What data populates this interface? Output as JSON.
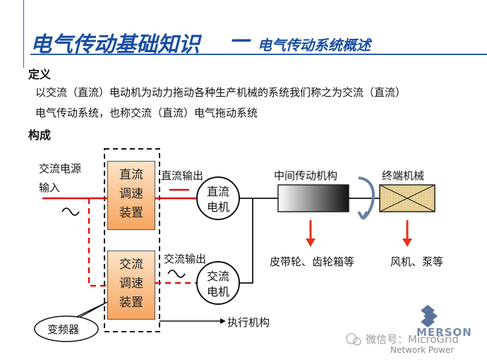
{
  "title": {
    "main": "电气传动基础知识",
    "dash": "—",
    "sub": "电气传动系统概述"
  },
  "definition": {
    "heading": "定义",
    "line1": "以交流（直流）电动机为动力拖动各种生产机械的系统我们称之为交流（直流）",
    "line2": "电气传动系统，也称交流（直流）电气拖动系统"
  },
  "composition": {
    "heading": "构成"
  },
  "diagram": {
    "ac_source_line1": "交流电源",
    "ac_source_line2": "输入",
    "dc_speed_unit": [
      "直流",
      "调速",
      "装置"
    ],
    "ac_speed_unit": [
      "交流",
      "调速",
      "装置"
    ],
    "dc_output": "直流输出",
    "ac_output": "交流输出",
    "dc_motor": [
      "直流",
      "电机"
    ],
    "ac_motor": [
      "交流",
      "电机"
    ],
    "intermediate_mechanism": "中间传动机构",
    "terminal_machine": "终端机械",
    "intermediate_examples": "皮带轮、齿轮箱等",
    "terminal_examples": "风机、泵等",
    "actuator": "执行机构",
    "inverter_callout": "变频器"
  },
  "watermark": {
    "wechat": "微信号：MicroGrid",
    "brand": "MERSON",
    "brand_sub": "Network Power"
  },
  "colors": {
    "title": "#1a4ea0",
    "line_red": "#e01010",
    "arrow_red": "#e8321a",
    "block_fill": "#f6a55f"
  }
}
